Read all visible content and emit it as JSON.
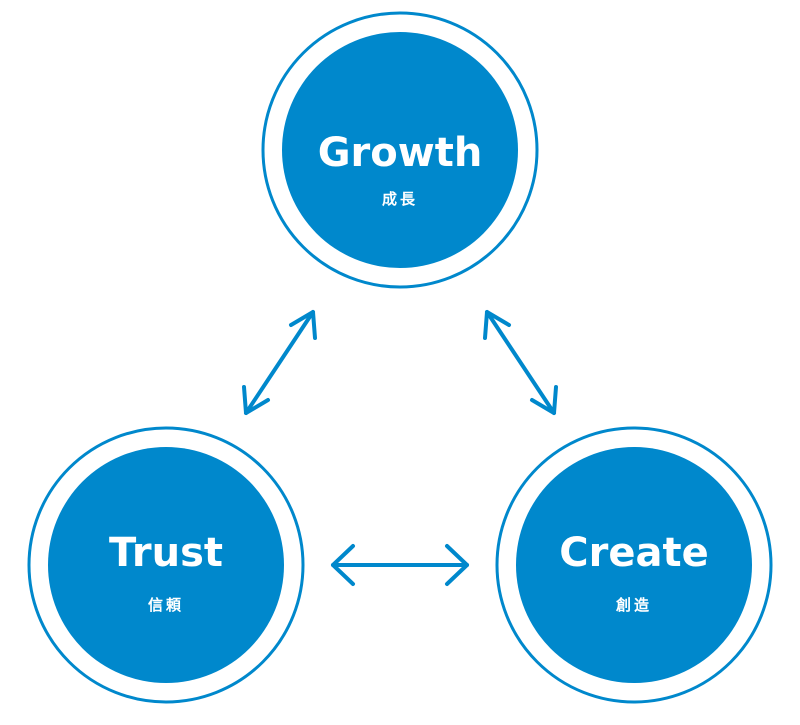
{
  "colors": {
    "primary": "#0088cc",
    "background": "#ffffff"
  },
  "nodes": {
    "growth": {
      "title": "Growth",
      "subtitle": "成長"
    },
    "trust": {
      "title": "Trust",
      "subtitle": "信頼"
    },
    "create": {
      "title": "Create",
      "subtitle": "創造"
    }
  },
  "connections": [
    {
      "from": "growth",
      "to": "trust",
      "style": "double-arrow"
    },
    {
      "from": "growth",
      "to": "create",
      "style": "double-arrow"
    },
    {
      "from": "trust",
      "to": "create",
      "style": "double-arrow"
    }
  ]
}
